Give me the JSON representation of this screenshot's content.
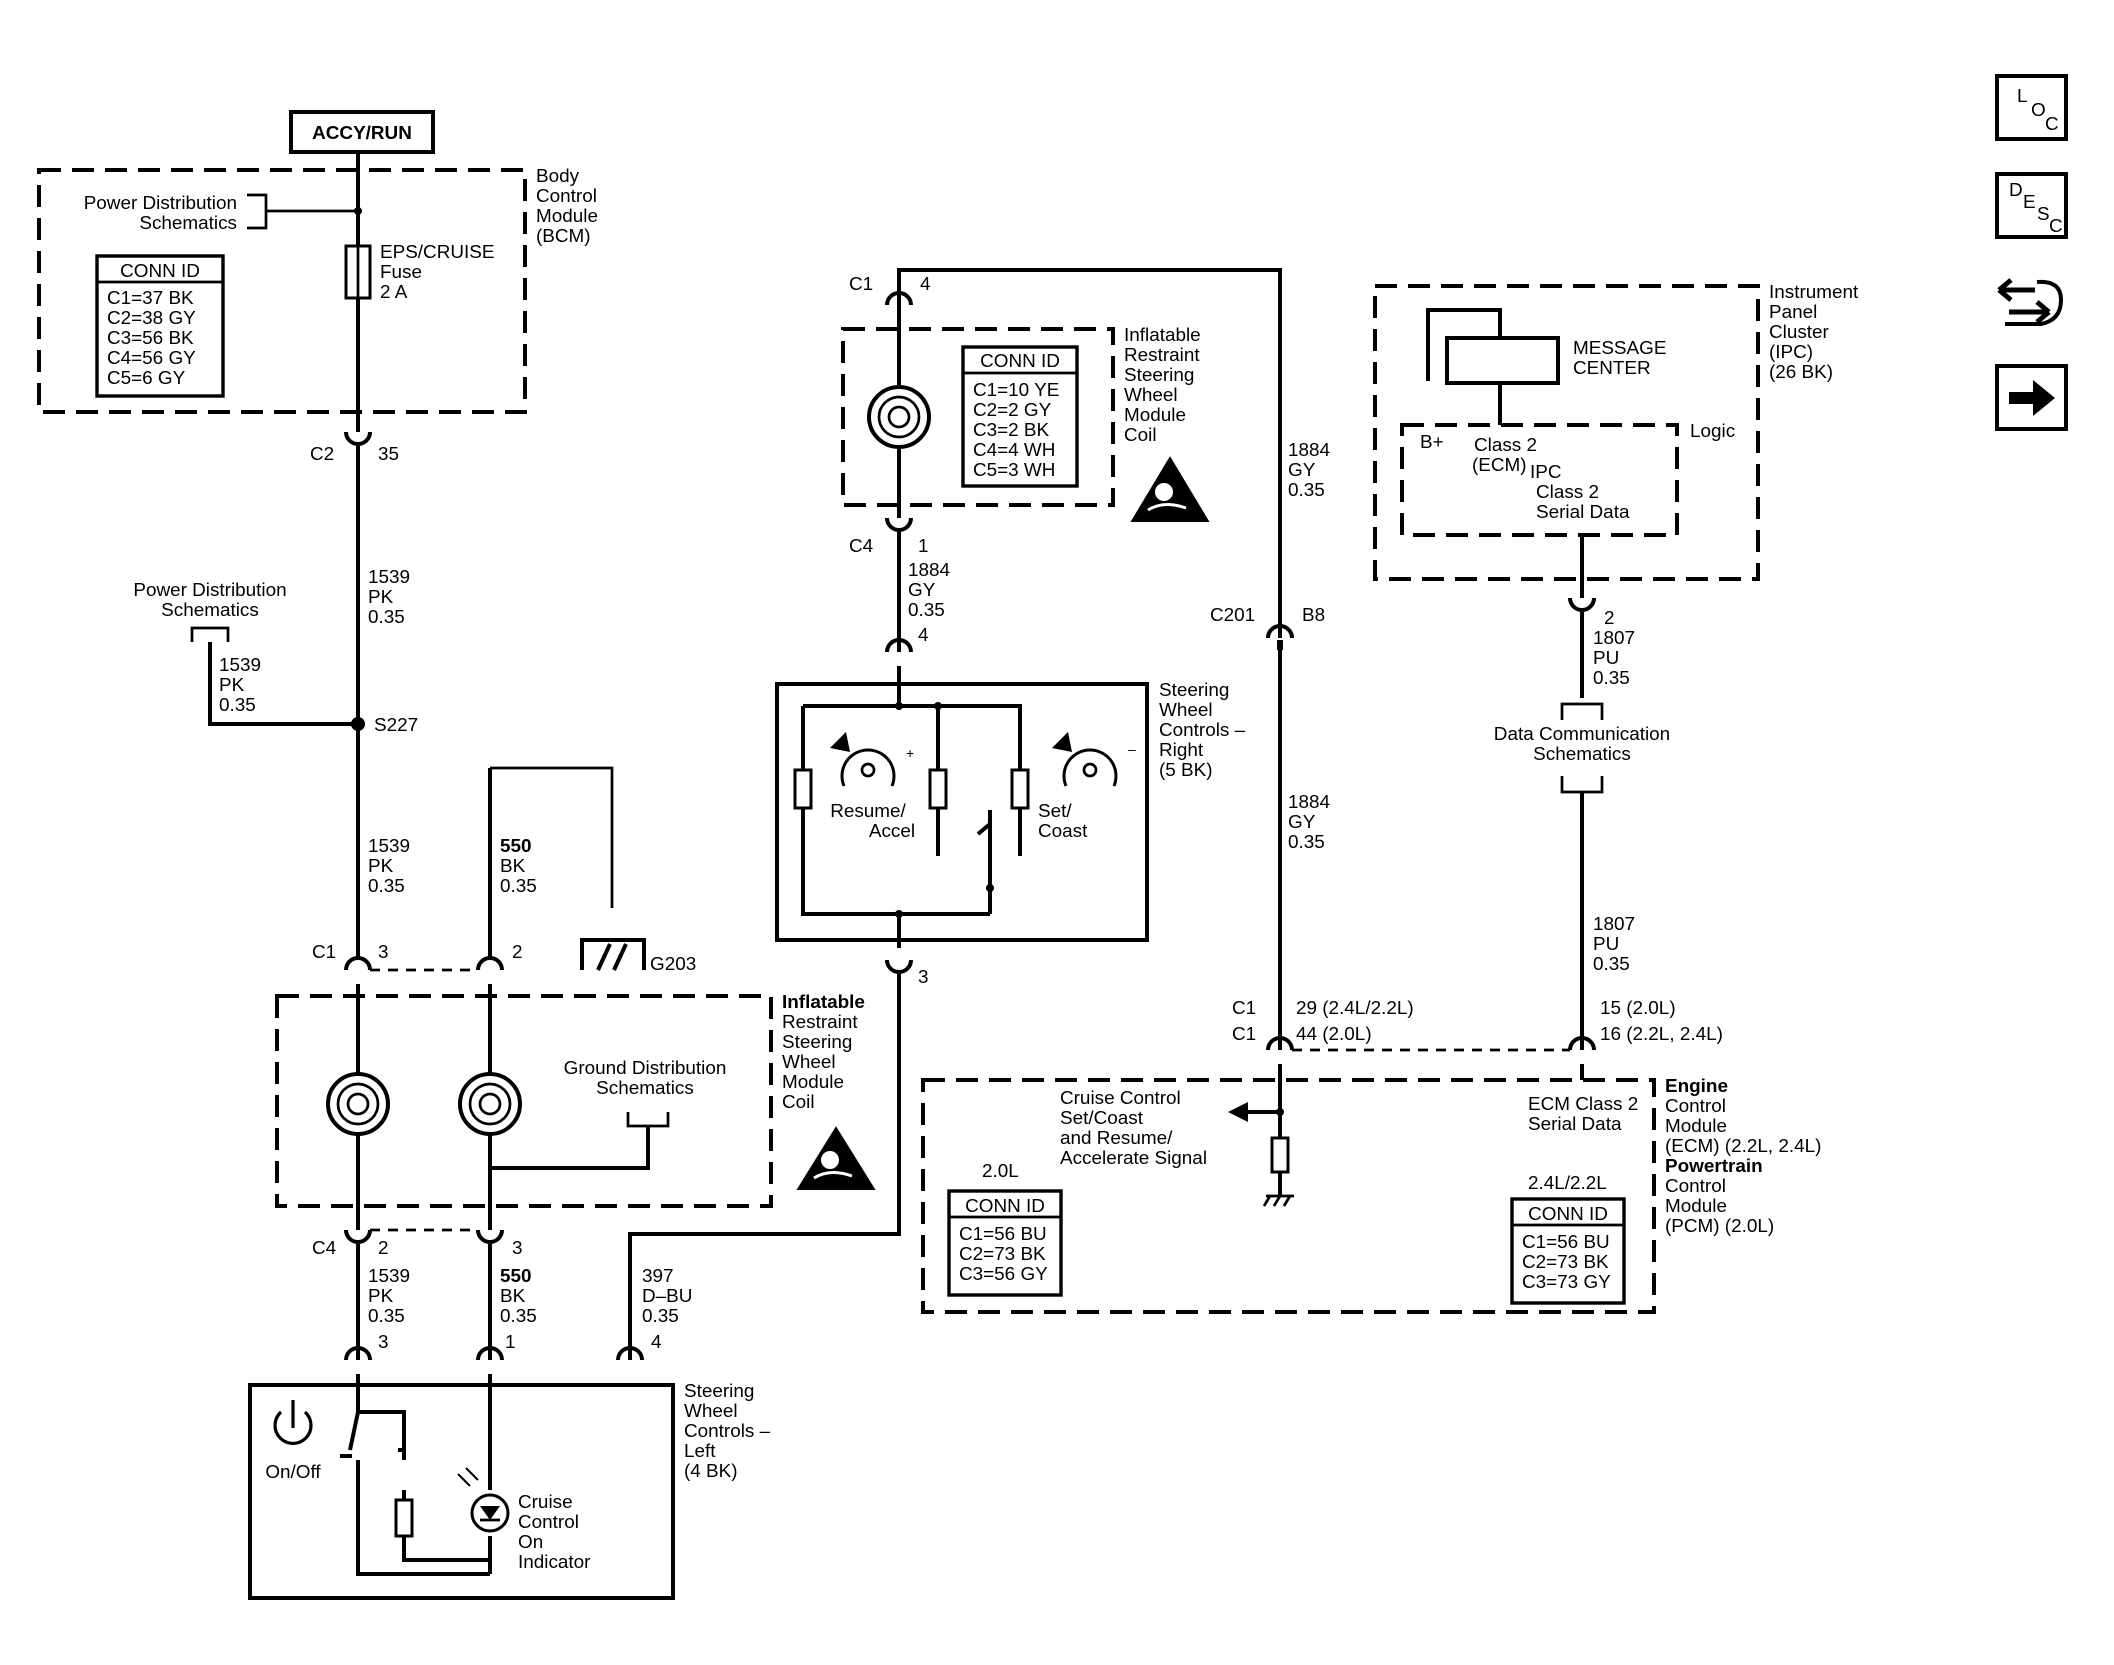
{
  "nav": {
    "loc": [
      "L",
      "O",
      "C"
    ],
    "desc": [
      "D",
      "E",
      "S",
      "C"
    ]
  },
  "labels": {
    "accy_run": "ACCY/RUN",
    "pd_schem_1": [
      "Power Distribution",
      "Schematics"
    ],
    "pd_schem_2": [
      "Power Distribution",
      "Schematics"
    ],
    "bcm": [
      "Body",
      "Control",
      "Module",
      "(BCM)"
    ],
    "bcm_conn_title": "CONN ID",
    "bcm_conn": [
      "C1=37 BK",
      "C2=38 GY",
      "C3=56 BK",
      "C4=56 GY",
      "C5=6 GY"
    ],
    "fuse": [
      "EPS/CRUISE",
      "Fuse",
      "2 A"
    ],
    "c2": "C2",
    "c2_pin": "35",
    "wire_1539_a": [
      "1539",
      "PK",
      "0.35"
    ],
    "wire_1539_b": [
      "1539",
      "PK",
      "0.35"
    ],
    "wire_1539_c": [
      "1539",
      "PK",
      "0.35"
    ],
    "wire_1539_d": [
      "1539",
      "PK",
      "0.35"
    ],
    "splice": "S227",
    "wire_550_a": [
      "550",
      "BK",
      "0.35"
    ],
    "wire_550_b": [
      "550",
      "BK",
      "0.35"
    ],
    "g203": "G203",
    "c1_l": "C1",
    "c1_l_pin3": "3",
    "c1_l_pin2": "2",
    "irswmc_left": [
      "Inflatable",
      "Restraint",
      "Steering",
      "Wheel",
      "Module",
      "Coil"
    ],
    "gd_schem": [
      "Ground Distribution",
      "Schematics"
    ],
    "c4_l": "C4",
    "c4_l_pin2": "2",
    "c4_l_pin3": "3",
    "wire_397": [
      "397",
      "D–BU",
      "0.35"
    ],
    "swcl_pin3": "3",
    "swcl_pin1": "1",
    "swcl_pin4": "4",
    "swcl": [
      "Steering",
      "Wheel",
      "Controls –",
      "Left",
      "(4 BK)"
    ],
    "onoff": "On/Off",
    "cruise_ind": [
      "Cruise",
      "Control",
      "On",
      "Indicator"
    ],
    "c1_top": "C1",
    "c1_top_pin": "4",
    "irswmc_top": [
      "Inflatable",
      "Restraint",
      "Steering",
      "Wheel",
      "Module",
      "Coil"
    ],
    "irs_conn_title": "CONN ID",
    "irs_conn": [
      "C1=10 YE",
      "C2=2 GY",
      "C3=2 BK",
      "C4=4 WH",
      "C5=3 WH"
    ],
    "c4_top": "C4",
    "c4_top_pin": "1",
    "wire_1884_a": [
      "1884",
      "GY",
      "0.35"
    ],
    "wire_1884_b": [
      "1884",
      "GY",
      "0.35"
    ],
    "wire_1884_c": [
      "1884",
      "GY",
      "0.35"
    ],
    "swcr_pin4": "4",
    "swcr_pin3": "3",
    "swcr": [
      "Steering",
      "Wheel",
      "Controls –",
      "Right",
      "(5 BK)"
    ],
    "resume": [
      "Resume/",
      "Accel"
    ],
    "setcoast": [
      "Set/",
      "Coast"
    ],
    "c201": "C201",
    "c201_pin": "B8",
    "ipc": [
      "Instrument",
      "Panel",
      "Cluster",
      "(IPC)",
      "(26 BK)"
    ],
    "msg_center": [
      "MESSAGE",
      "CENTER"
    ],
    "logic": "Logic",
    "bplus": "B+",
    "class2_ecm": [
      "Class 2",
      "(ECM)"
    ],
    "ipc_class2": [
      "IPC",
      "Class 2",
      "Serial Data"
    ],
    "ipc_pin": "2",
    "wire_1807_a": [
      "1807",
      "PU",
      "0.35"
    ],
    "wire_1807_b": [
      "1807",
      "PU",
      "0.35"
    ],
    "dc_schem": [
      "Data Communication",
      "Schematics"
    ],
    "ecm_c1_a": "C1",
    "ecm_c1_b": "C1",
    "ecm_pin_a": "29 (2.4L/2.2L)",
    "ecm_pin_b": "44 (2.0L)",
    "ecm_pin_c": "15 (2.0L)",
    "ecm_pin_d": "16 (2.2L, 2.4L)",
    "cruise_signal": [
      "Cruise Control",
      "Set/Coast",
      "and Resume/",
      "Accelerate Signal"
    ],
    "ecm_class2": [
      "ECM Class 2",
      "Serial Data"
    ],
    "ecm": [
      "Engine",
      "Control",
      "Module",
      "(ECM) (2.2L, 2.4L)",
      "Powertrain",
      "Control",
      "Module",
      "(PCM) (2.0L)"
    ],
    "ecm_20_label": "2.0L",
    "ecm_20_conn_title": "CONN ID",
    "ecm_20_conn": [
      "C1=56 BU",
      "C2=73 BK",
      "C3=56 GY"
    ],
    "ecm_24_label": "2.4L/2.2L",
    "ecm_24_conn_title": "CONN ID",
    "ecm_24_conn": [
      "C1=56 BU",
      "C2=73 BK",
      "C3=73 GY"
    ]
  }
}
